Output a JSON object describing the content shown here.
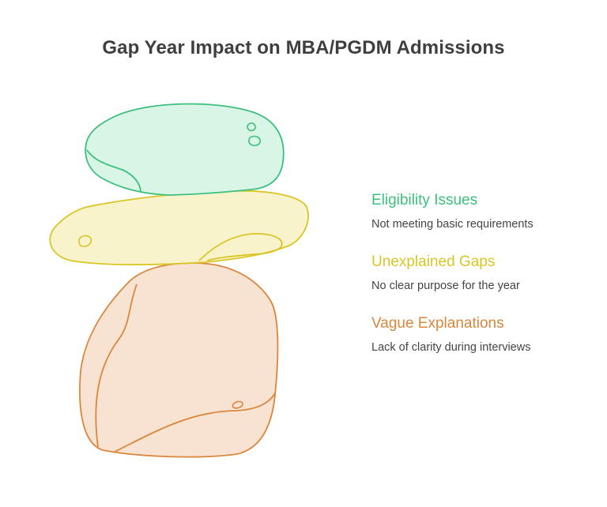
{
  "title": "Gap Year Impact on MBA/PGDM Admissions",
  "items": [
    {
      "title": "Eligibility Issues",
      "description": "Not meeting basic requirements",
      "color": "#3cc07e",
      "fill": "#d9f5e6"
    },
    {
      "title": "Unexplained Gaps",
      "description": "No clear purpose for the year",
      "color": "#d9c626",
      "fill": "#f9f3cb"
    },
    {
      "title": "Vague Explanations",
      "description": "Lack of clarity during interviews",
      "color": "#d9873d",
      "fill": "#f8e2d1"
    }
  ]
}
